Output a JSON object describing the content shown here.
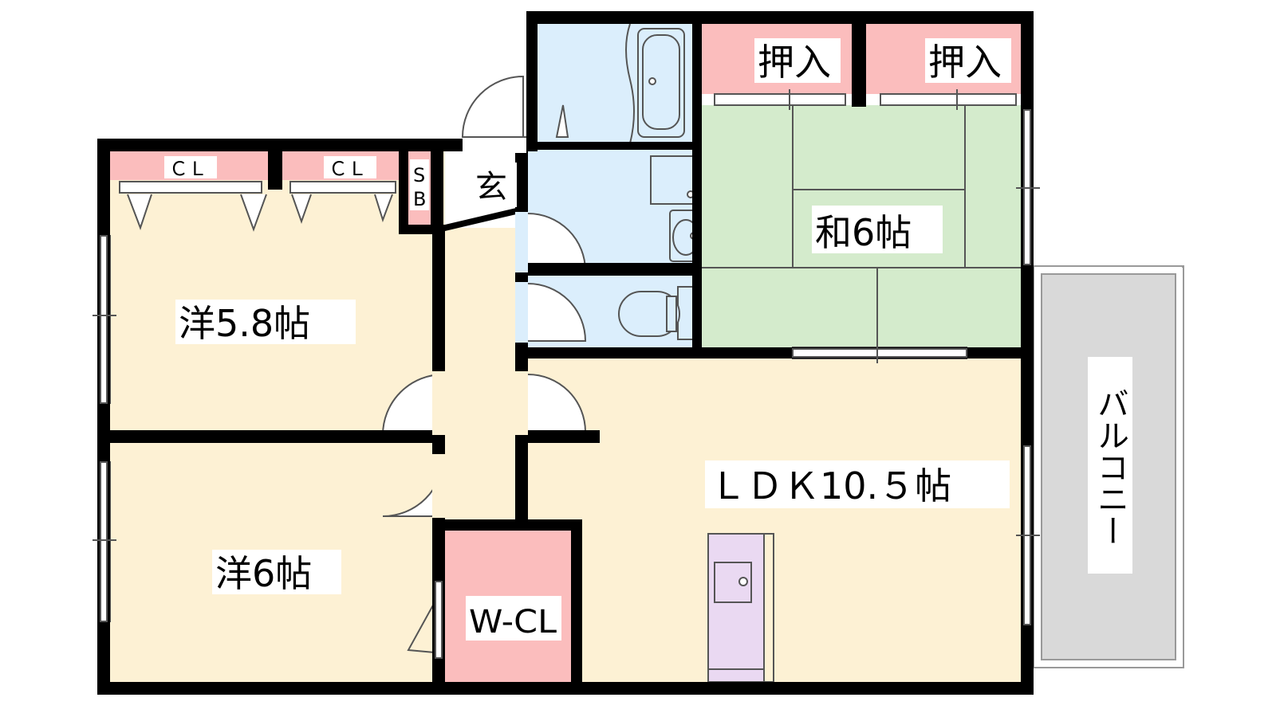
{
  "rooms": {
    "western_a": "洋5.8帖",
    "western_b": "洋6帖",
    "japanese": "和6帖",
    "ldk": "ＬＤＫ10.５帖",
    "entrance": "玄",
    "wcl": "W-CL",
    "balcony": "バルコニー",
    "closet_left": "ＣＬ",
    "closet_right": "ＣＬ",
    "oshiire_left": "押入",
    "oshiire_right": "押入",
    "shoebox_top": "S",
    "shoebox_bottom": "B"
  },
  "colors": {
    "room_beige": "#fdf1d4",
    "tatami_green": "#d4ebcc",
    "wet_blue": "#dbeefc",
    "closet_pink": "#fbbdbd",
    "balcony_gray": "#d9d9d9",
    "kitchen_lavender": "#ead9f2",
    "wall": "#000000"
  }
}
